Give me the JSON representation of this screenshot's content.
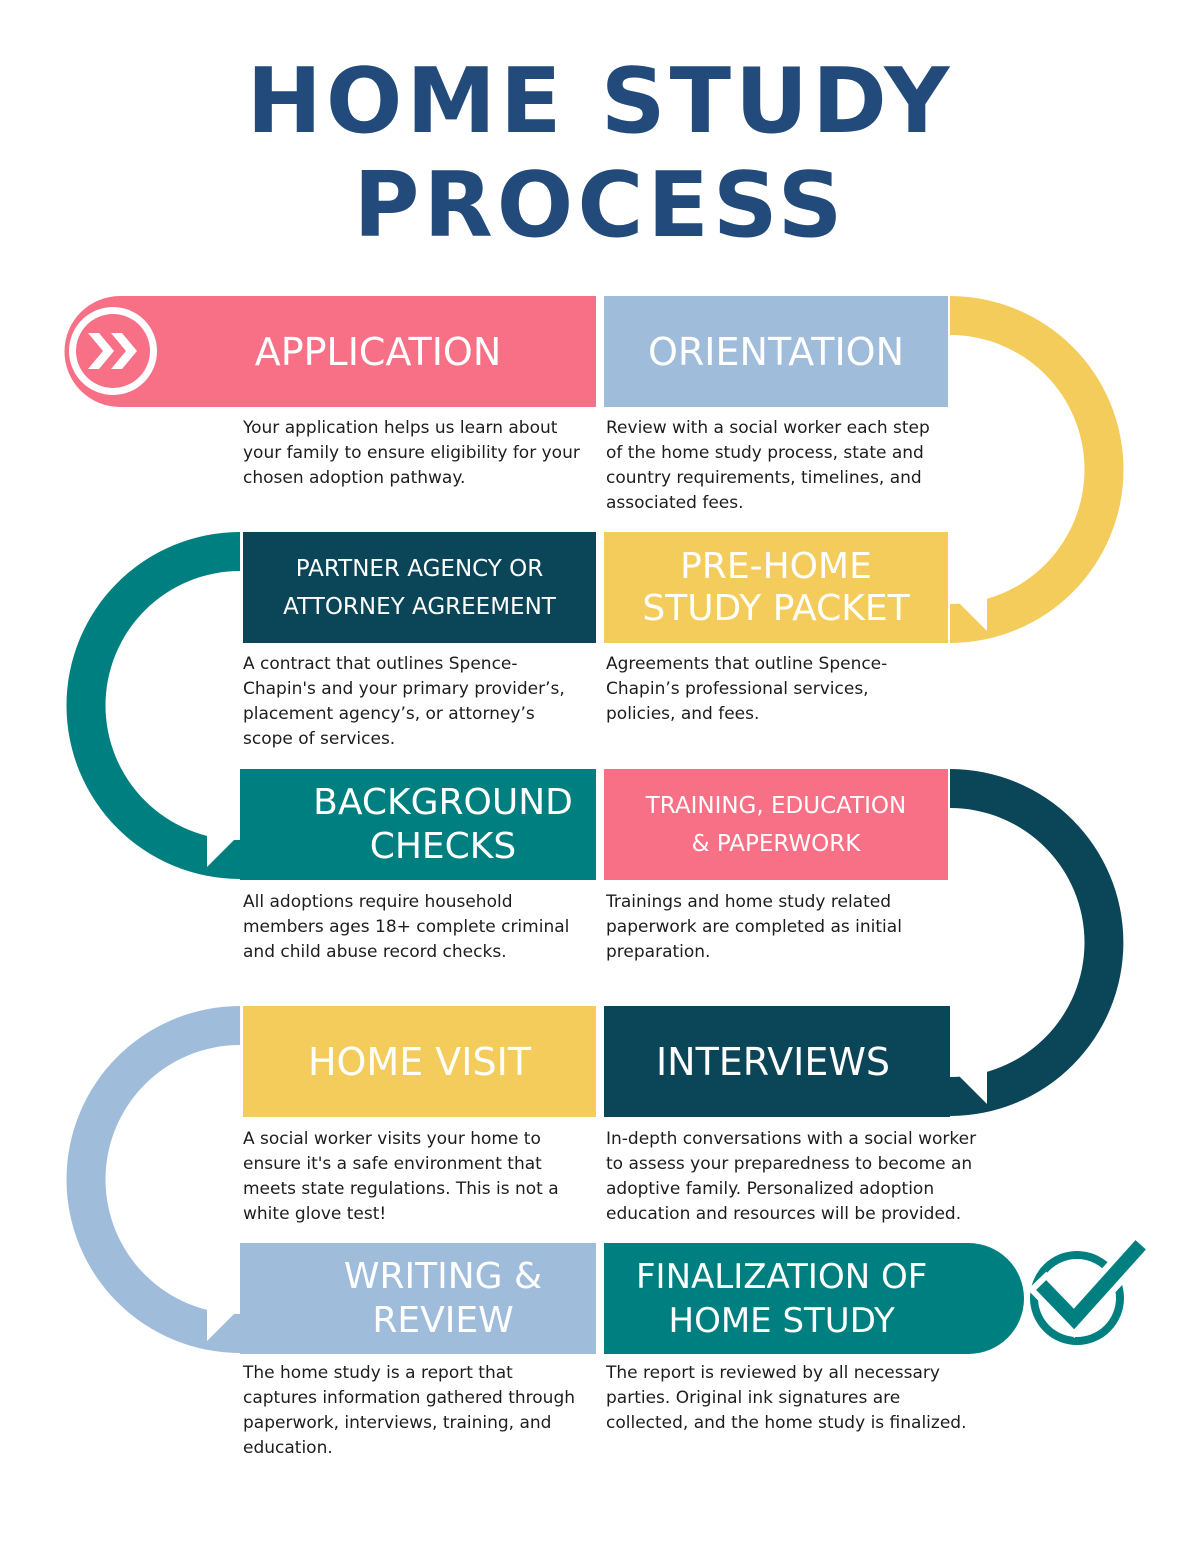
{
  "title": {
    "line1": "HOME STUDY",
    "line2": "PROCESS"
  },
  "icons": {
    "start": "double-chevron-right-icon",
    "finish": "check-circle-icon"
  },
  "colors": {
    "title": "#224a7a",
    "pink": "#f77086",
    "light_blue": "#a0bcdb",
    "yellow": "#f4cc5c",
    "navy": "#0b4558",
    "teal": "#007f80"
  },
  "steps": [
    {
      "title": "APPLICATION",
      "description": "Your application helps us learn about your family to ensure eligibility for your chosen adoption pathway."
    },
    {
      "title": "ORIENTATION",
      "description": "Review with a social worker each step of the home study process, state and country requirements, timelines, and associated fees."
    },
    {
      "title": "PRE-HOME\nSTUDY PACKET",
      "description": "Agreements that outline Spence-Chapin’s professional services, policies, and fees."
    },
    {
      "title": "PARTNER AGENCY OR\nATTORNEY AGREEMENT",
      "description": "A contract that outlines Spence-Chapin's and your primary provider’s, placement agency’s, or attorney’s scope of services."
    },
    {
      "title": "BACKGROUND\nCHECKS",
      "description": "All adoptions require household members ages 18+ complete criminal and child abuse record checks."
    },
    {
      "title": "TRAINING, EDUCATION\n& PAPERWORK",
      "description": "Trainings and home study related paperwork are completed as initial preparation."
    },
    {
      "title": "INTERVIEWS",
      "description": "In-depth conversations with a social worker to assess your preparedness to become an adoptive family. Personalized adoption education and resources will be provided."
    },
    {
      "title": "HOME VISIT",
      "description": "A social worker visits your home to ensure it's a safe environment that meets state regulations. This is not a white glove test!"
    },
    {
      "title": "WRITING &\nREVIEW",
      "description": "The home study is a report that captures information gathered through paperwork, interviews, training, and education."
    },
    {
      "title": "FINALIZATION OF\nHOME STUDY",
      "description": "The report is reviewed by all necessary parties. Original ink signatures are collected, and the home study is finalized."
    }
  ]
}
